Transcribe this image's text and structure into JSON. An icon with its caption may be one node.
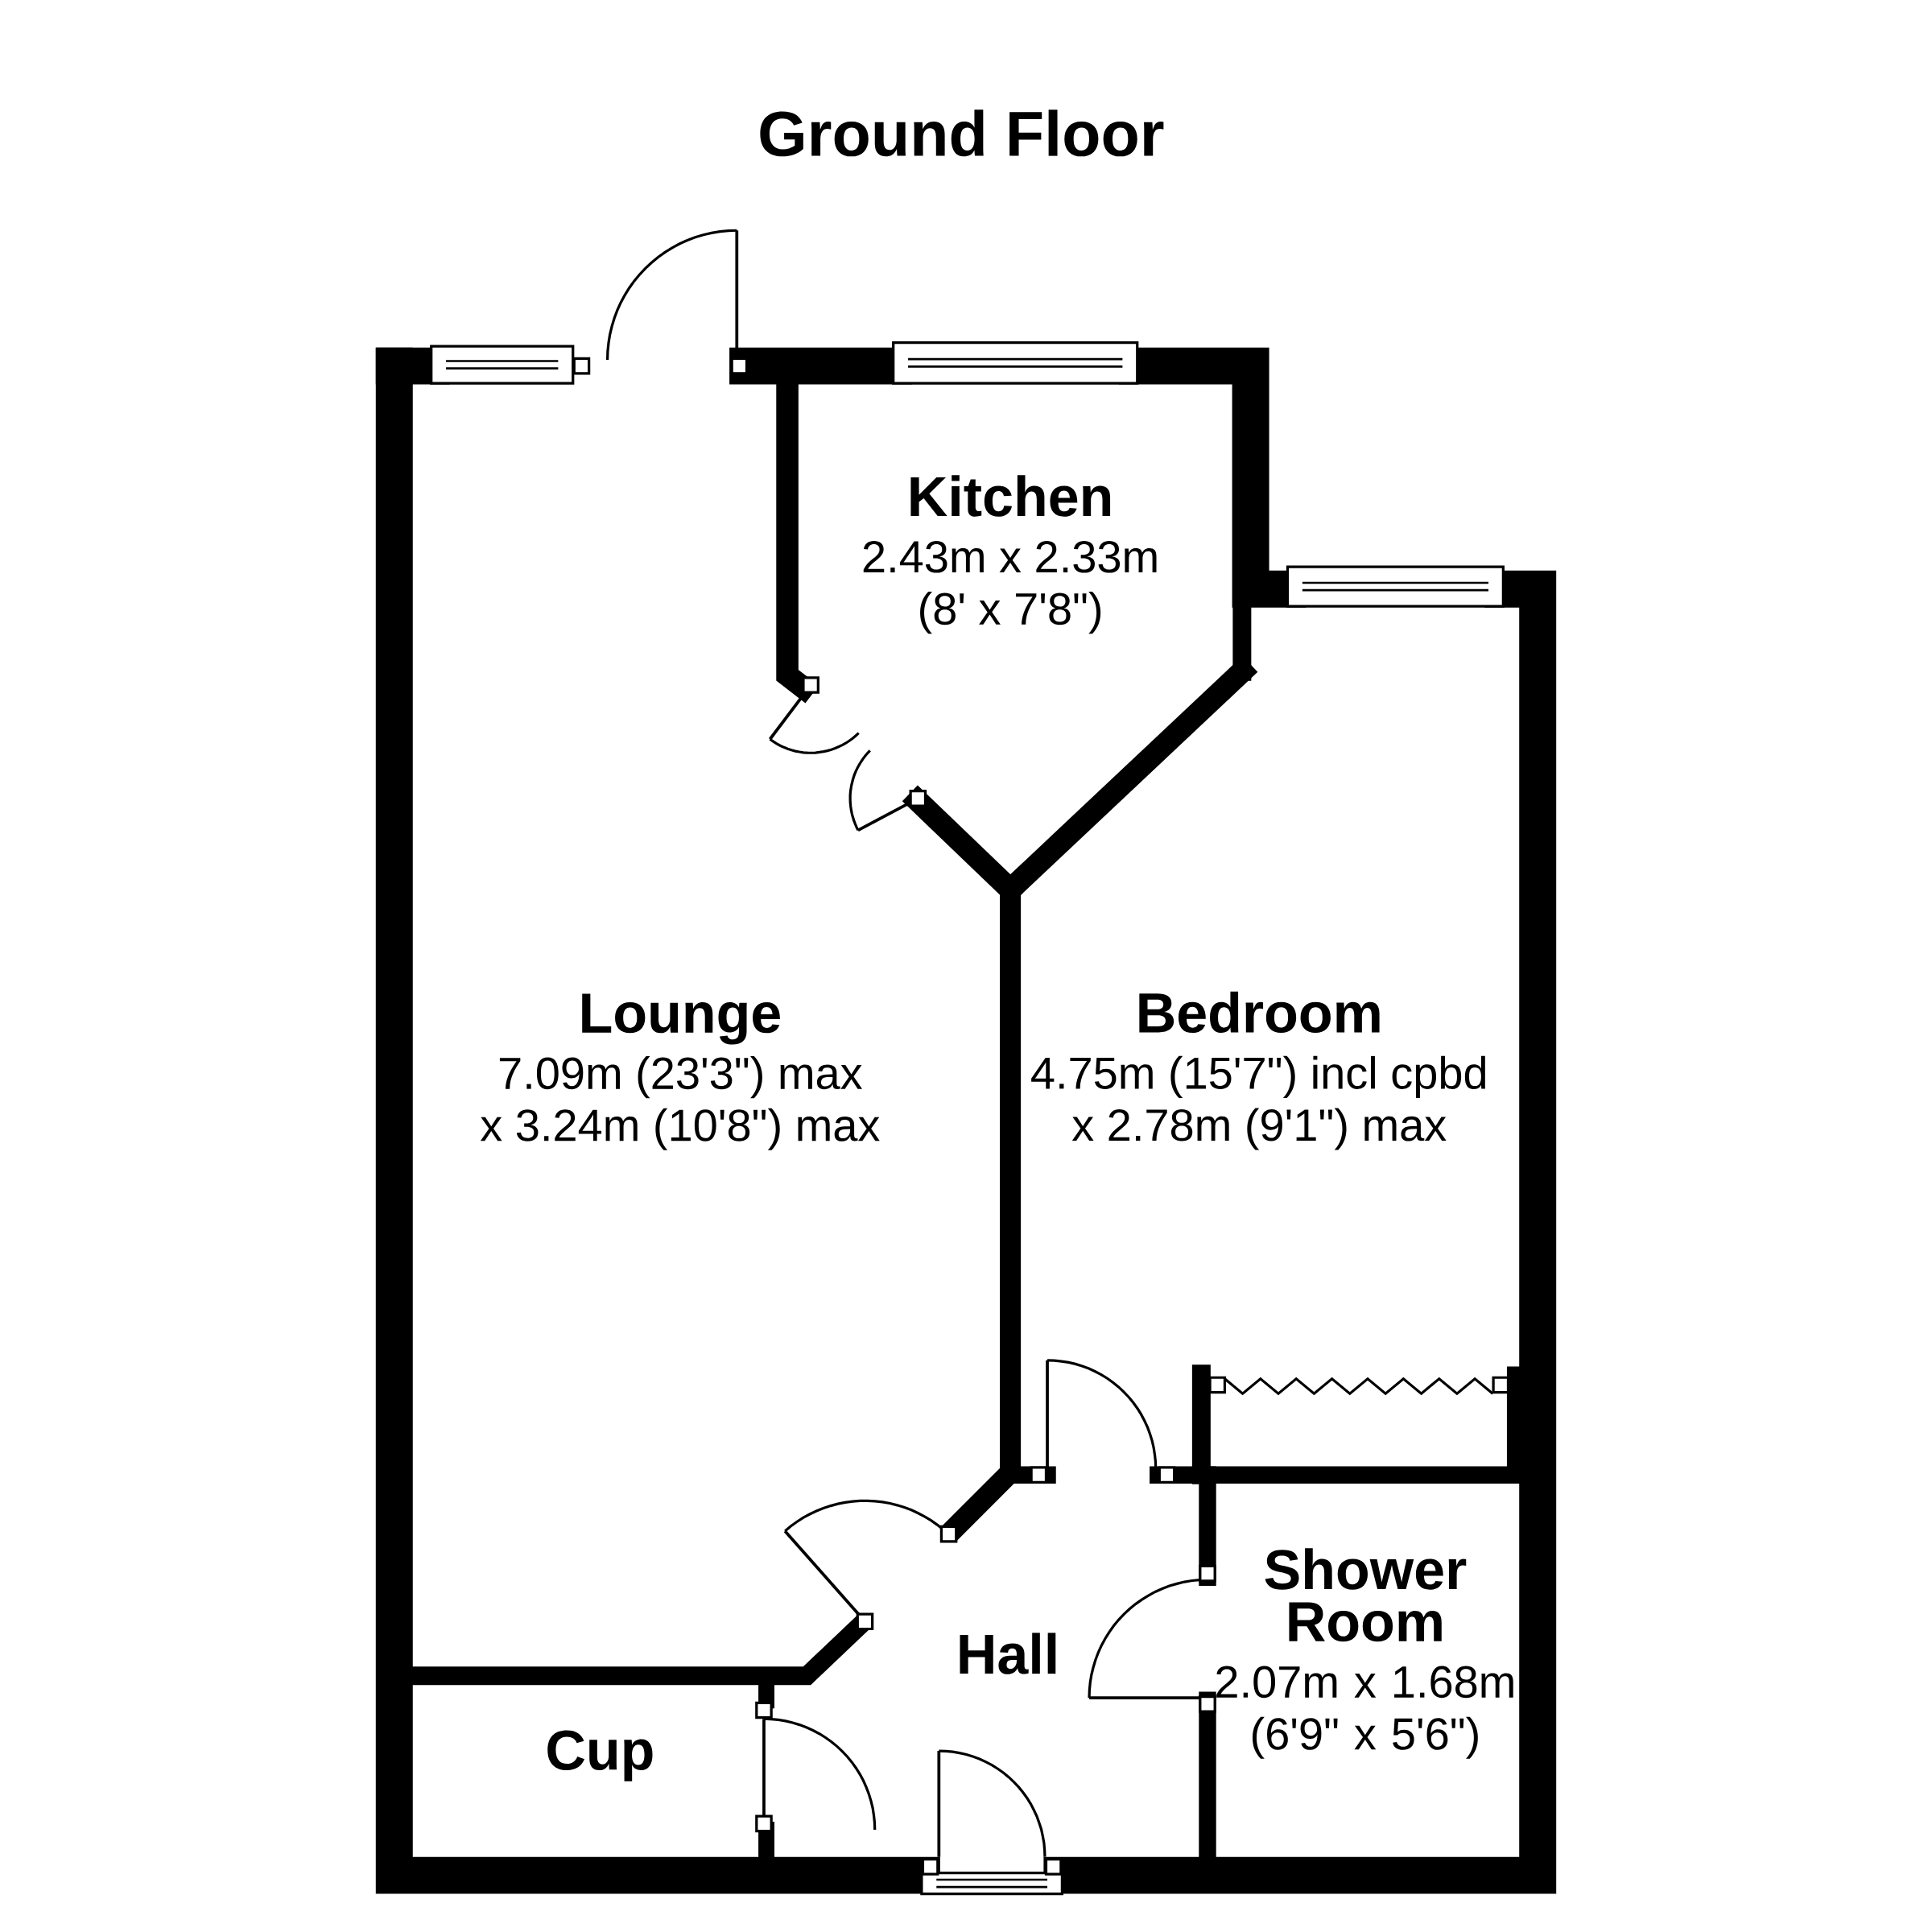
{
  "diagram": {
    "title": "Ground Floor",
    "nodes": [
      {
        "text": [
          "Kitchen",
          "2.43m x 2.33m",
          "(8' x 7'8\")"
        ]
      },
      {
        "text": [
          "Lounge",
          "7.09m (23'3\") max",
          "x 3.24m (10'8\") max"
        ]
      },
      {
        "text": [
          "Bedroom",
          "4.75m (15'7\") incl cpbd",
          "x 2.78m (9'1\") max"
        ]
      },
      {
        "text": [
          "Hall"
        ]
      },
      {
        "text": [
          "Shower Room",
          "2.07m x 1.68m",
          "(6'9\" x 5'6\")"
        ]
      },
      {
        "text": [
          "Cup"
        ]
      }
    ]
  }
}
